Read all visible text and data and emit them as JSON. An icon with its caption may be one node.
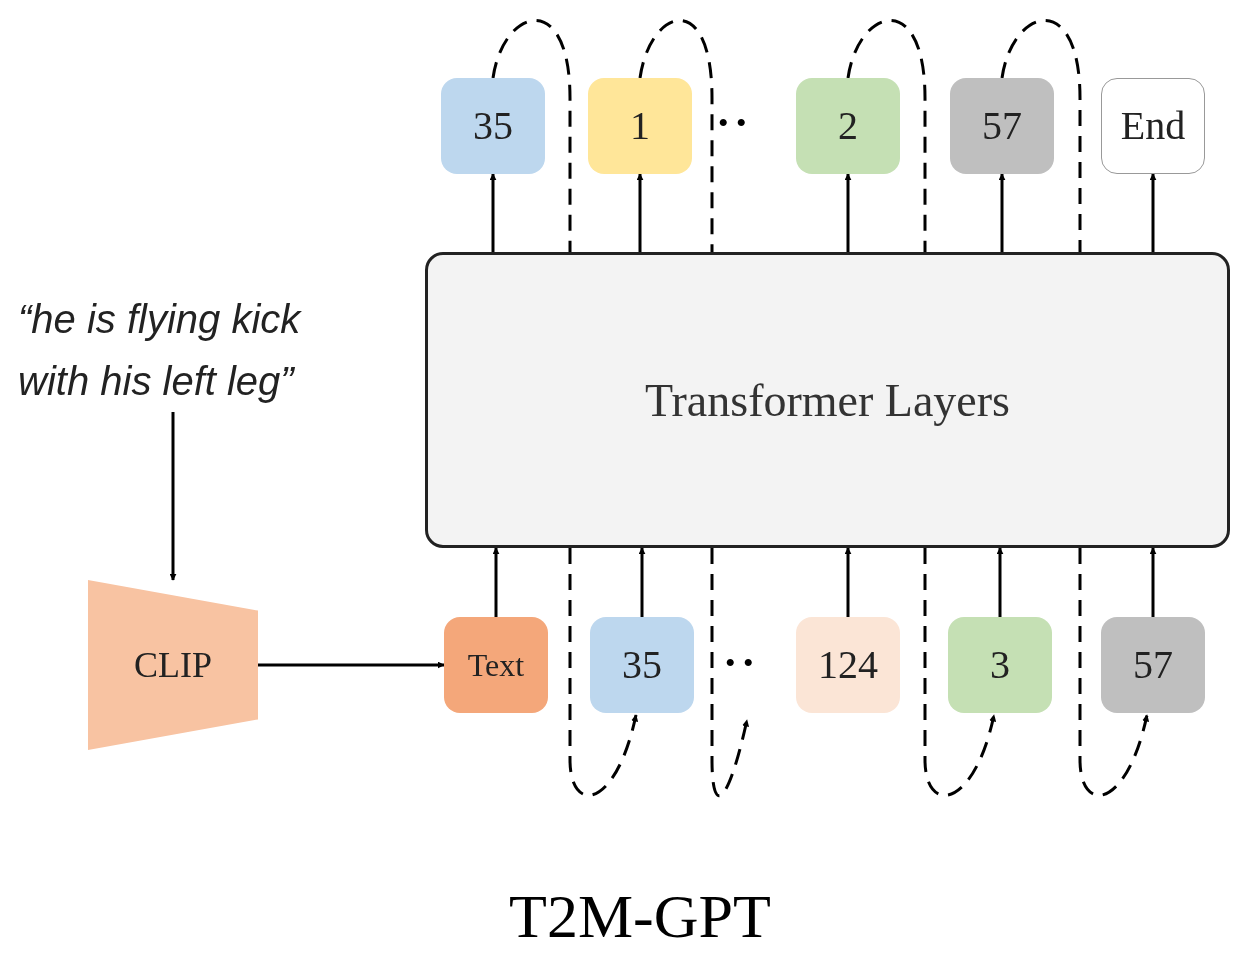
{
  "diagram": {
    "caption": "T2M-GPT",
    "nodes": [
      {
        "text": [
          "“he is flying kick with his left leg”"
        ]
      },
      {
        "text": [
          "CLIP"
        ]
      },
      {
        "text": [
          "Transformer Layers"
        ]
      },
      {
        "text": [
          "35"
        ]
      },
      {
        "text": [
          "1"
        ]
      },
      {
        "text": [
          "2"
        ]
      },
      {
        "text": [
          "57"
        ]
      },
      {
        "text": [
          "End"
        ]
      },
      {
        "text": [
          "Text"
        ]
      },
      {
        "text": [
          "35"
        ]
      },
      {
        "text": [
          "124"
        ]
      },
      {
        "text": [
          "3"
        ]
      },
      {
        "text": [
          "57"
        ]
      }
    ],
    "edges": [
      {
        "from": 0,
        "to": 1,
        "arrow": "to"
      },
      {
        "from": 1,
        "to": 8,
        "arrow": "to"
      },
      {
        "from": 8,
        "to": 2,
        "arrow": "to"
      },
      {
        "from": 9,
        "to": 2,
        "arrow": "to"
      },
      {
        "from": 10,
        "to": 2,
        "arrow": "to"
      },
      {
        "from": 11,
        "to": 2,
        "arrow": "to"
      },
      {
        "from": 12,
        "to": 2,
        "arrow": "to"
      },
      {
        "from": 2,
        "to": 3,
        "arrow": "to"
      },
      {
        "from": 2,
        "to": 4,
        "arrow": "to"
      },
      {
        "from": 2,
        "to": 5,
        "arrow": "to"
      },
      {
        "from": 2,
        "to": 6,
        "arrow": "to"
      },
      {
        "from": 2,
        "to": 7,
        "arrow": "to"
      },
      {
        "from": 3,
        "to": 2,
        "arrow": "none",
        "style": "dashed"
      },
      {
        "from": 2,
        "to": 9,
        "arrow": "to",
        "style": "dashed"
      },
      {
        "from": 4,
        "to": null,
        "arrow": "to",
        "style": "dashed"
      },
      {
        "from": 5,
        "to": 2,
        "arrow": "none",
        "style": "dashed"
      },
      {
        "from": 2,
        "to": 11,
        "arrow": "to",
        "style": "dashed"
      },
      {
        "from": 6,
        "to": 2,
        "arrow": "none",
        "style": "dashed"
      },
      {
        "from": 2,
        "to": 12,
        "arrow": "to",
        "style": "dashed"
      }
    ],
    "labels": [
      "• •",
      "• •"
    ]
  }
}
